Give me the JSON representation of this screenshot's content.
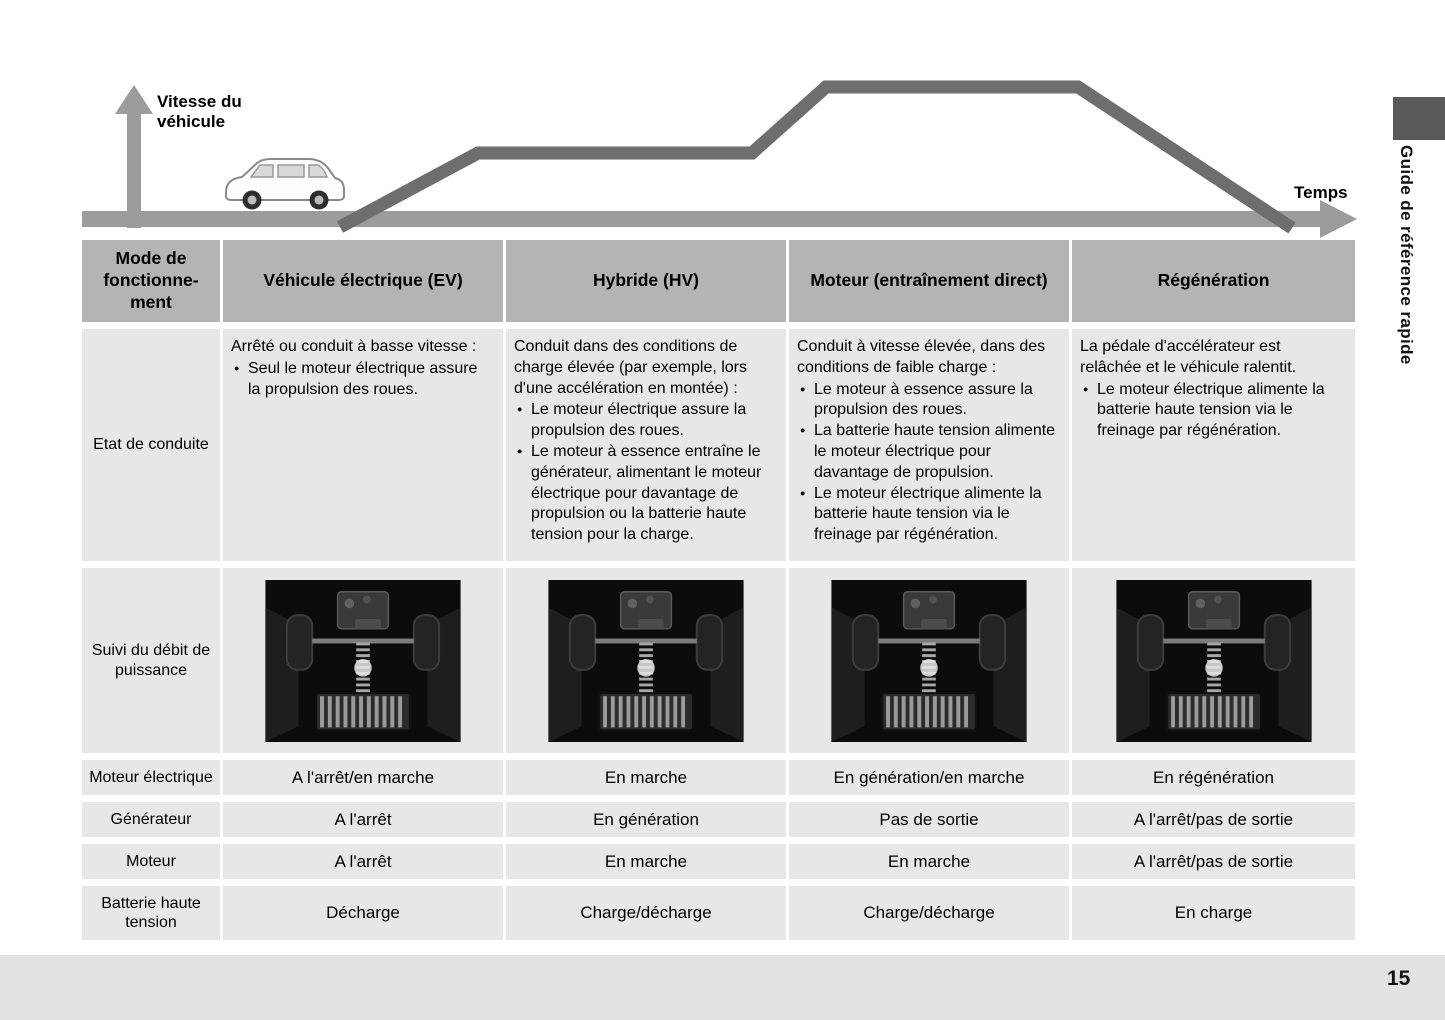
{
  "diagram": {
    "y_axis_label": "Vitesse du\nvéhicule",
    "x_axis_label": "Temps"
  },
  "sidebar": {
    "label": "Guide de référence rapide"
  },
  "footer": {
    "page_number": "15"
  },
  "colors": {
    "header_bg": "#b4b4b4",
    "cell_bg": "#e7e7e7",
    "speed_line": "#6e6e6e",
    "axis_arrow": "#9c9c9c",
    "sidebar_tab": "#595959",
    "footer_bg": "#e2e2e2"
  },
  "table": {
    "corner_label": "Mode de\nfonctionne-\nment",
    "columns": [
      "Véhicule électrique (EV)",
      "Hybride (HV)",
      "Moteur (entraînement direct)",
      "Régénération"
    ],
    "driving_state": {
      "label": "Etat de conduite",
      "cells": [
        {
          "intro": "Arrêté ou conduit à basse vitesse :",
          "bullets": [
            "Seul le moteur électrique assure la propulsion des roues."
          ]
        },
        {
          "intro": "Conduit dans des conditions de charge élevée (par exemple, lors d'une accélération en montée) :",
          "bullets": [
            "Le moteur électrique assure la propulsion des roues.",
            "Le moteur à essence entraîne le générateur, alimentant le moteur électrique pour davantage de propulsion ou la batterie haute tension pour la charge."
          ]
        },
        {
          "intro": "Conduit à vitesse élevée, dans des conditions de faible charge :",
          "bullets": [
            "Le moteur à essence assure la propulsion des roues.",
            "La batterie haute tension alimente le moteur électrique pour davantage de propulsion.",
            "Le moteur électrique alimente la batterie haute tension via le freinage par régénération."
          ]
        },
        {
          "intro": "La pédale d'accélérateur est relâchée et le véhicule ralentit.",
          "bullets": [
            "Le moteur électrique alimente la batterie haute tension via le freinage par régénération."
          ]
        }
      ]
    },
    "power_flow": {
      "label": "Suivi du débit de puissance"
    },
    "status_rows": [
      {
        "label": "Moteur électrique",
        "values": [
          "A l'arrêt/en marche",
          "En marche",
          "En génération/en marche",
          "En régénération"
        ]
      },
      {
        "label": "Générateur",
        "values": [
          "A l'arrêt",
          "En génération",
          "Pas de sortie",
          "A l'arrêt/pas de sortie"
        ]
      },
      {
        "label": "Moteur",
        "values": [
          "A l'arrêt",
          "En marche",
          "En marche",
          "A l'arrêt/pas de sortie"
        ]
      },
      {
        "label": "Batterie haute tension",
        "values": [
          "Décharge",
          "Charge/décharge",
          "Charge/décharge",
          "En charge"
        ]
      }
    ]
  }
}
